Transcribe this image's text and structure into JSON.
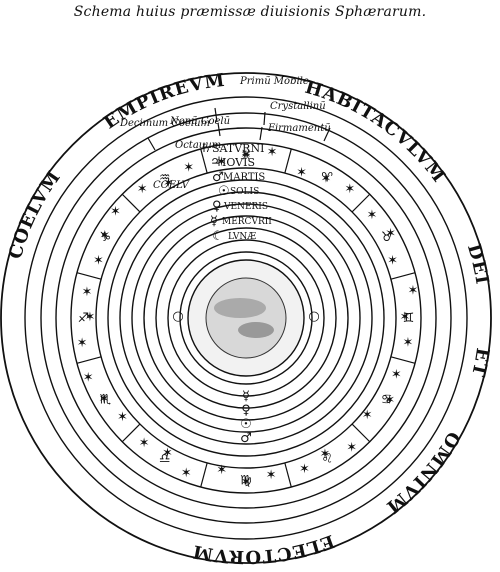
{
  "title": "Schema huius præmissæ diuisionis Sphærarum.",
  "outer": {
    "words": [
      "EMPIREVM",
      "HABITACVLVM",
      "DEI",
      "ET",
      "OMNIVM",
      "ELECTORVM",
      "COELVM"
    ]
  },
  "spheres": [
    {
      "id": "decimum",
      "label": "Decimum Coelum"
    },
    {
      "id": "primum-mobile",
      "label": "Primũ Mobile"
    },
    {
      "id": "nonum",
      "label": "Nonũ Coelũ"
    },
    {
      "id": "crystallinum",
      "label": "Crystallinũ"
    },
    {
      "id": "octauum",
      "label": "Octauum"
    },
    {
      "id": "firmamentum",
      "label": "Firmamentũ"
    },
    {
      "id": "coelum",
      "label": "COELV"
    },
    {
      "id": "saturni",
      "label": "SATVRNI"
    },
    {
      "id": "iouis",
      "label": "IOVIS"
    },
    {
      "id": "martis",
      "label": "MARTIS"
    },
    {
      "id": "solis",
      "label": "SOLIS"
    },
    {
      "id": "veneris",
      "label": "VENERIS"
    },
    {
      "id": "mercurii",
      "label": "MERCVRII"
    },
    {
      "id": "lunae",
      "label": "LVNÆ"
    }
  ],
  "zodiac_signs": [
    {
      "name": "aries-icon",
      "glyph": "♈"
    },
    {
      "name": "taurus-icon",
      "glyph": "♉"
    },
    {
      "name": "gemini-icon",
      "glyph": "♊"
    },
    {
      "name": "cancer-icon",
      "glyph": "♋"
    },
    {
      "name": "leo-icon",
      "glyph": "♌"
    },
    {
      "name": "virgo-icon",
      "glyph": "♍"
    },
    {
      "name": "libra-icon",
      "glyph": "♎"
    },
    {
      "name": "scorpio-icon",
      "glyph": "♏"
    },
    {
      "name": "sagittarius-icon",
      "glyph": "♐"
    },
    {
      "name": "capricorn-icon",
      "glyph": "♑"
    },
    {
      "name": "aquarius-icon",
      "glyph": "♒"
    },
    {
      "name": "pisces-icon",
      "glyph": "♓"
    }
  ],
  "colors": {
    "ink": "#111111",
    "paper": "#ffffff",
    "earth": "#777777"
  }
}
